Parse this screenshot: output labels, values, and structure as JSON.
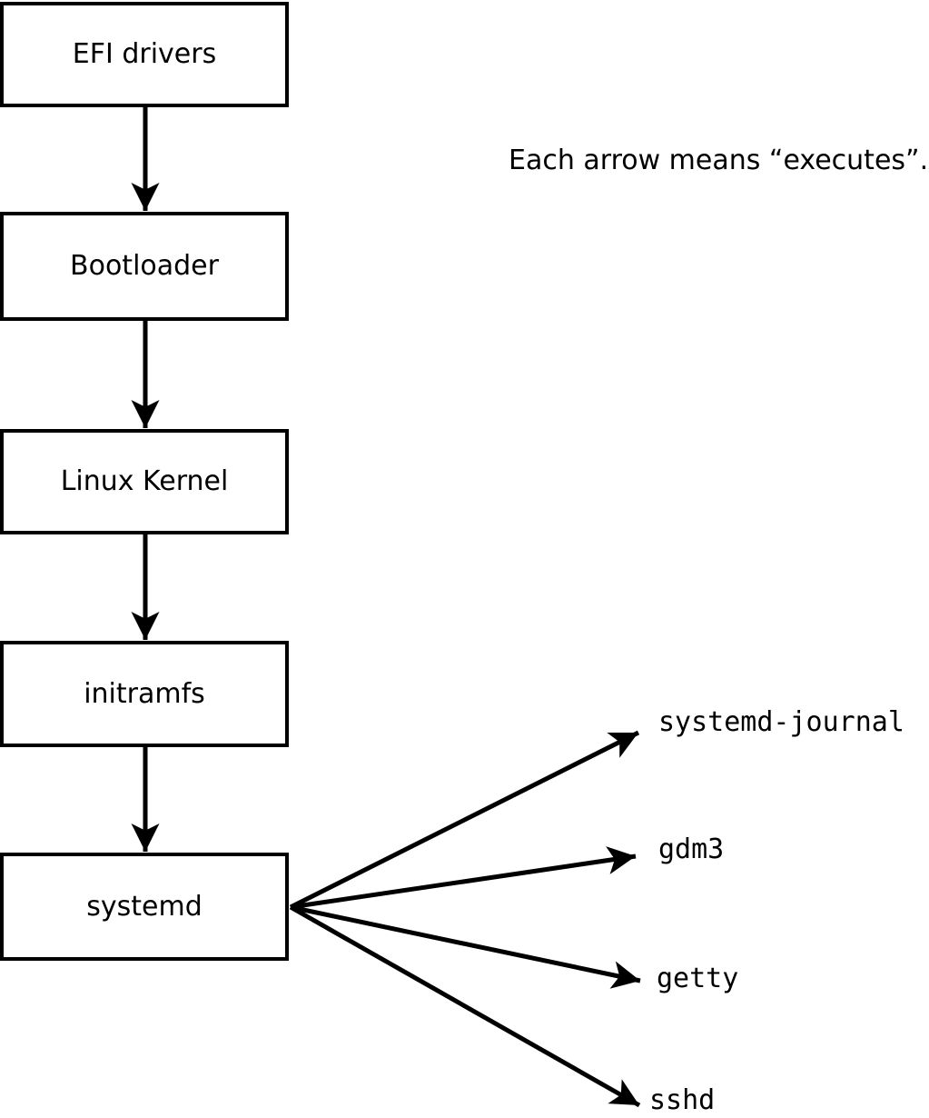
{
  "diagram": {
    "caption": "Each arrow means “executes”.",
    "boot_sequence": [
      {
        "label": "EFI drivers"
      },
      {
        "label": "Bootloader"
      },
      {
        "label": "Linux Kernel"
      },
      {
        "label": "initramfs"
      },
      {
        "label": "systemd"
      }
    ],
    "systemd_children": [
      {
        "label": "systemd-journal"
      },
      {
        "label": "gdm3"
      },
      {
        "label": "getty"
      },
      {
        "label": "sshd"
      }
    ],
    "colors": {
      "stroke": "#000000",
      "box_fill": "#ffffff",
      "text": "#000000",
      "background": "#ffffff"
    }
  }
}
